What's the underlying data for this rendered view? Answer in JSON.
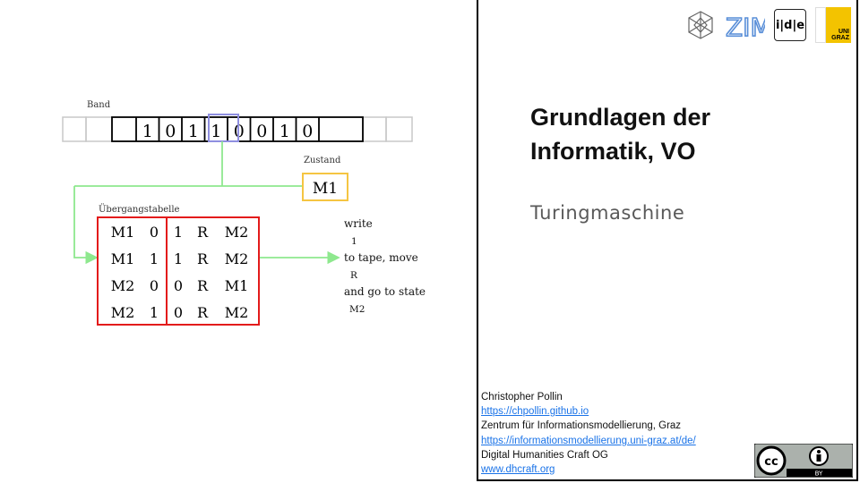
{
  "diagram": {
    "band_label": "Band",
    "tape_cells": [
      "1",
      "0",
      "1",
      "1",
      "0",
      "0",
      "1",
      "0"
    ],
    "state_label": "Zustand",
    "current_state": "M1",
    "table_label": "Übergangstabelle",
    "table_rows": [
      {
        "state": "M1",
        "read": "0",
        "write": "1",
        "move": "R",
        "next": "M2"
      },
      {
        "state": "M1",
        "read": "1",
        "write": "1",
        "move": "R",
        "next": "M2"
      },
      {
        "state": "M2",
        "read": "0",
        "write": "0",
        "move": "R",
        "next": "M1"
      },
      {
        "state": "M2",
        "read": "1",
        "write": "0",
        "move": "R",
        "next": "M2"
      }
    ],
    "annotation": [
      "write",
      "1",
      "to tape, move",
      "R",
      "and go to state",
      "M2"
    ],
    "colors": {
      "head": "#8f8fe0",
      "state_box": "#f5c542",
      "table_border": "#e31b1b",
      "arrow": "#8ee88e"
    }
  },
  "slide": {
    "title": "Grundlagen der Informatik, VO",
    "subtitle": "Turingmaschine",
    "author": "Christopher Pollin",
    "author_url": "https://chpollin.github.io",
    "institution": "Zentrum für Informationsmodellierung, Graz",
    "institution_url": "https://informationsmodellierung.uni-graz.at/de/",
    "company": "Digital Humanities Craft OG",
    "company_url": "www.dhcraft.org",
    "logos": {
      "zim": "ZIM",
      "idle": "i|d|e",
      "uni": "UNI GRAZ"
    },
    "license": {
      "badge": "BY"
    }
  }
}
